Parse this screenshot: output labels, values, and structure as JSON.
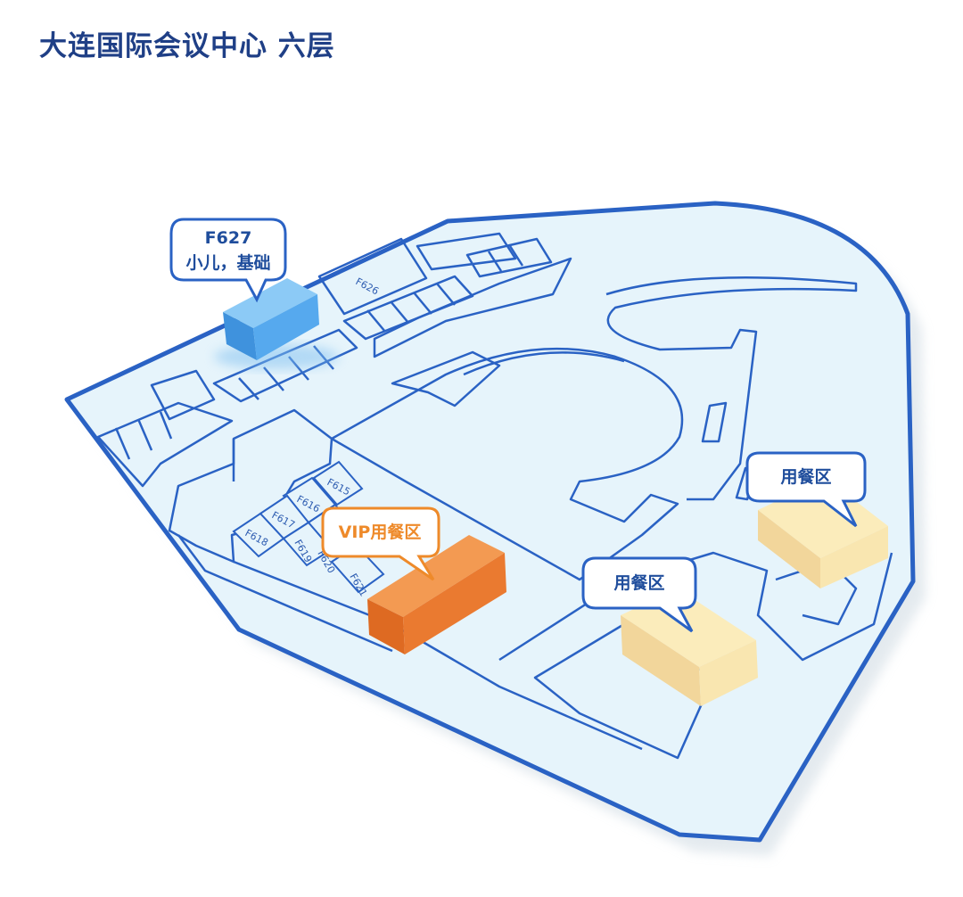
{
  "title": "大连国际会议中心  六层",
  "colors": {
    "title": "#1f3f86",
    "outline": "#2a62c4",
    "floor": "#e6f4fb",
    "blue_block": "#4aa2ea",
    "vip_block": "#e8772e",
    "dining_block": "#f8e3a8",
    "vip_text": "#ee8a2a",
    "callout_text": "#1f4d9c"
  },
  "callouts": {
    "f627": {
      "line1": "F627",
      "line2": "小儿，基础"
    },
    "vip": "VIP用餐区",
    "dining_center": "用餐区",
    "dining_right": "用餐区"
  },
  "rooms": [
    "F626",
    "F615",
    "F616",
    "F617",
    "F618",
    "F619",
    "F620",
    "F621"
  ]
}
